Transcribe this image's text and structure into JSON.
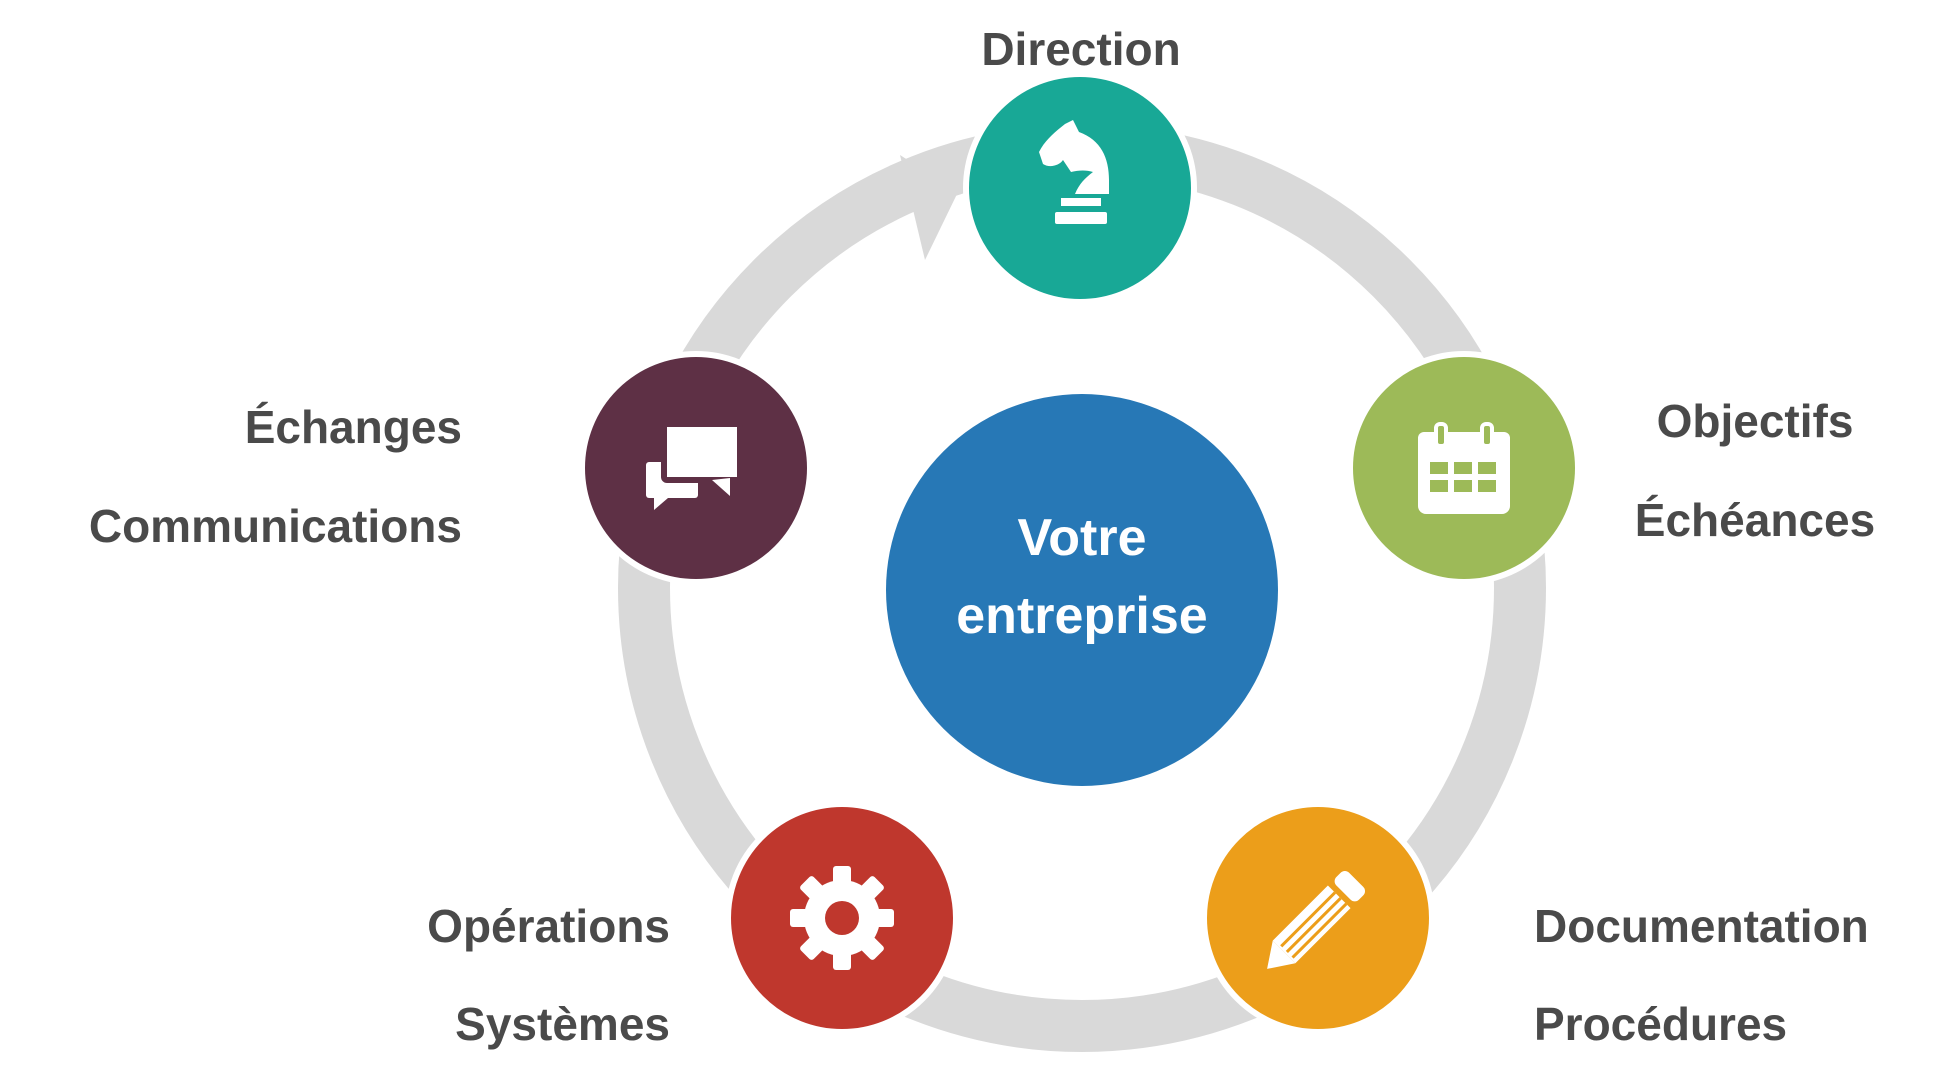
{
  "center": {
    "line1": "Votre",
    "line2": "entreprise",
    "color": "#2778b6"
  },
  "ring_color": "#d9d9d9",
  "nodes": [
    {
      "id": "direction",
      "icon": "chess-knight-icon",
      "color": "#18a896",
      "labels": [
        "Direction"
      ]
    },
    {
      "id": "objectifs",
      "icon": "calendar-icon",
      "color": "#9dba58",
      "labels": [
        "Objectifs",
        "Échéances"
      ]
    },
    {
      "id": "documentation",
      "icon": "pencil-icon",
      "color": "#ec9e1a",
      "labels": [
        "Documentation",
        "Procédures"
      ]
    },
    {
      "id": "operations",
      "icon": "gear-icon",
      "color": "#bf372d",
      "labels": [
        "Opérations",
        "Systèmes"
      ]
    },
    {
      "id": "echanges",
      "icon": "chat-bubbles-icon",
      "color": "#5e3045",
      "labels": [
        "Échanges",
        "Communications"
      ]
    }
  ]
}
